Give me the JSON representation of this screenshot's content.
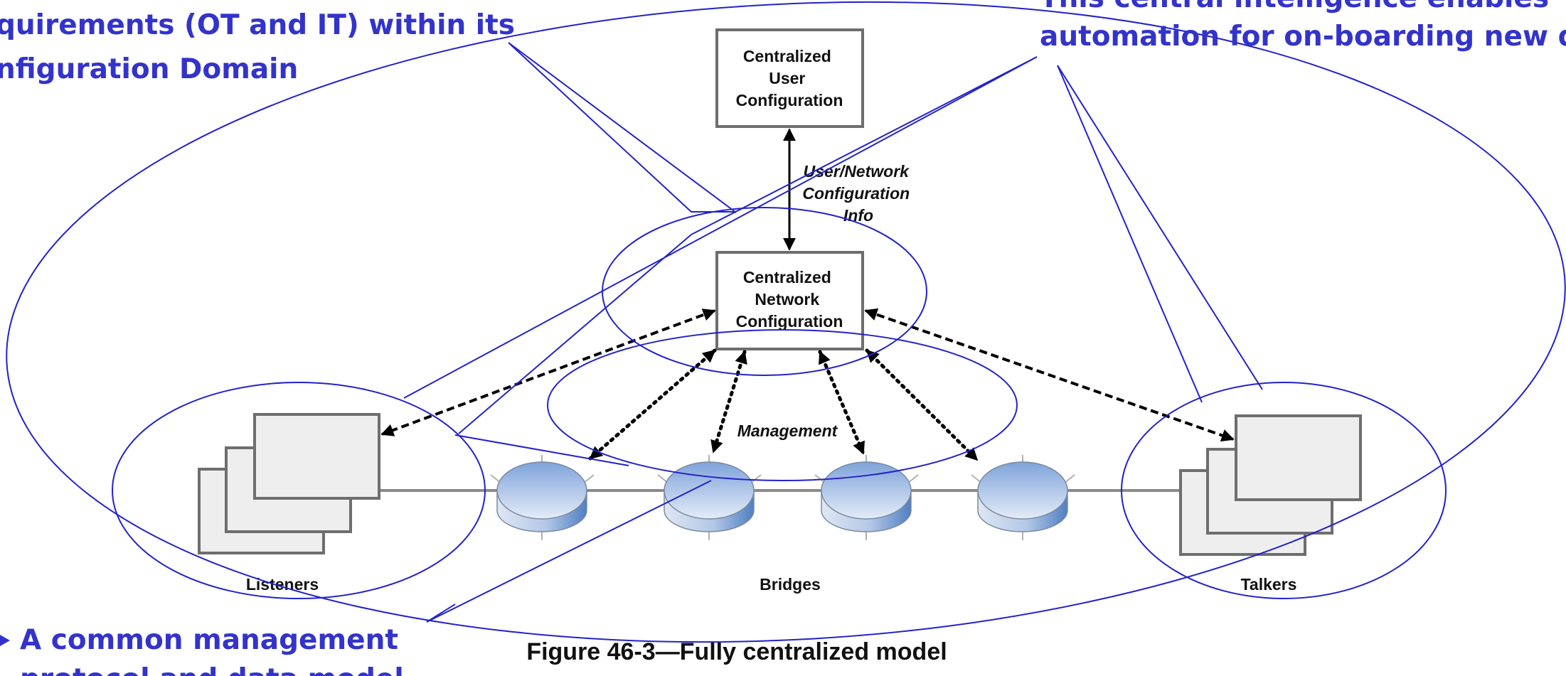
{
  "colors": {
    "callout_text": "#3333cc",
    "callout_line": "#2222cc",
    "box_stroke": "#6e6e6e",
    "box_fill": "#ffffff",
    "station_fill": "#eeeeee",
    "bridge_top": "#9fb9e0",
    "bridge_side": "#5b8ac8",
    "wire": "#8a8a8a",
    "arrow": "#000000"
  },
  "diagram": {
    "cuc": {
      "line1": "Centralized",
      "line2": "User",
      "line3": "Configuration"
    },
    "cnc": {
      "line1": "Centralized",
      "line2": "Network",
      "line3": "Configuration"
    },
    "user_network_info": {
      "line1": "User/Network",
      "line2": "Configuration",
      "line3": "Info"
    },
    "management_label": "Management",
    "listeners_label": "Listeners",
    "bridges_label": "Bridges",
    "talkers_label": "Talkers",
    "caption": "Figure 46-3—Fully centralized model"
  },
  "callouts": {
    "top_left_line1": "quirements (OT and IT) within its",
    "top_left_line2": "nfiguration Domain",
    "top_right_line1": "This central intelligence enables",
    "top_right_line2": "automation for on-boarding new d",
    "bottom_left_line1": "A common management",
    "bottom_left_line2": "protocol and data model"
  }
}
